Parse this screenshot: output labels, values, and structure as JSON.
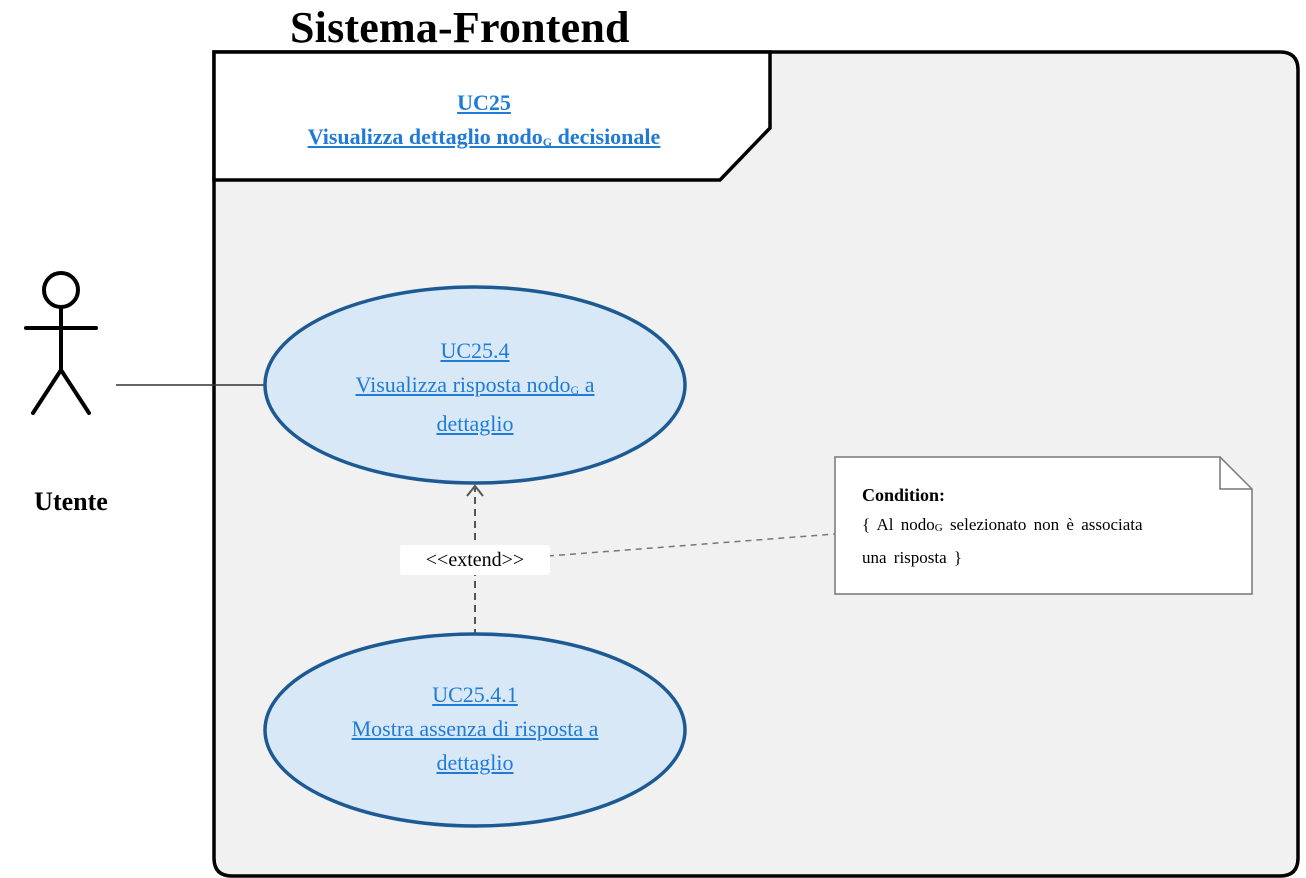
{
  "system": {
    "title": "Sistema-Frontend"
  },
  "frame": {
    "id": "UC25",
    "title_pre": "Visualizza dettaglio nodo",
    "title_sub": "G",
    "title_post": " decisionale"
  },
  "actor": {
    "name": "Utente"
  },
  "use_cases": [
    {
      "id": "UC25.4",
      "line1_pre": "Visualizza risposta nodo",
      "line1_sub": "G",
      "line1_post": " a",
      "line2": "dettaglio"
    },
    {
      "id": "UC25.4.1",
      "line1": "Mostra assenza di risposta a",
      "line2": "dettaglio"
    }
  ],
  "relation": {
    "label": "<<extend>>"
  },
  "note": {
    "heading": "Condition:",
    "line1_pre": "{ Al nodo",
    "line1_sub": "G",
    "line1_post": " selezionato non è associata",
    "line2": "una risposta }"
  },
  "colors": {
    "link": "#1f7bd6",
    "ellipse_fill": "#d8e8f6",
    "ellipse_stroke": "#1d5a94",
    "frame_fill": "#f1f1f1"
  }
}
